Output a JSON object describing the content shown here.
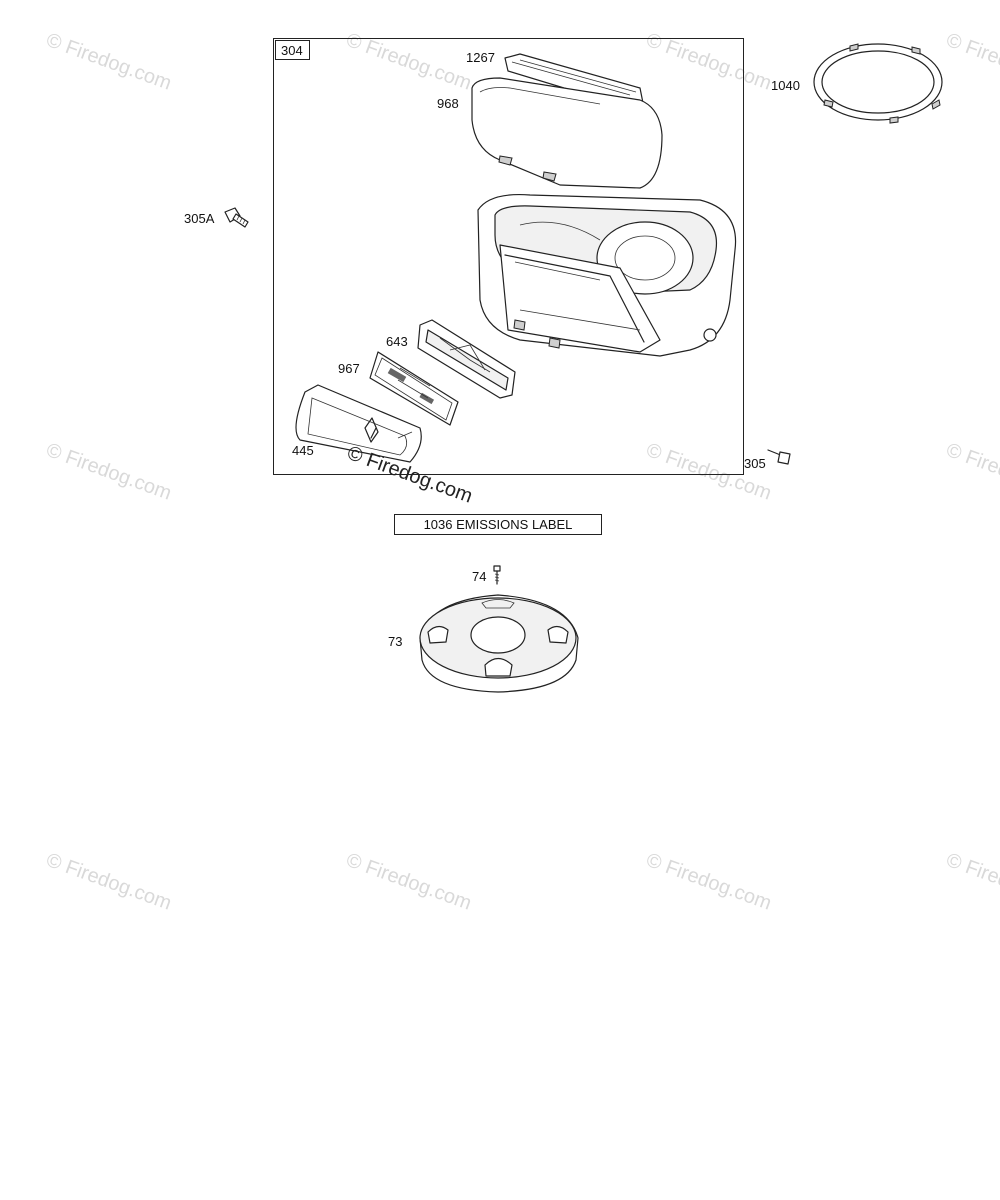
{
  "group_label": "304",
  "parts": {
    "p1267": "1267",
    "p968": "968",
    "p1040": "1040",
    "p305A": "305A",
    "p643": "643",
    "p967": "967",
    "p445": "445",
    "p305": "305",
    "p74": "74",
    "p73": "73"
  },
  "emissions_label": "1036 EMISSIONS LABEL",
  "watermark": "© Firedog.com",
  "colors": {
    "ink": "#222222",
    "watermark": "#d9d9d9",
    "background": "#ffffff"
  }
}
